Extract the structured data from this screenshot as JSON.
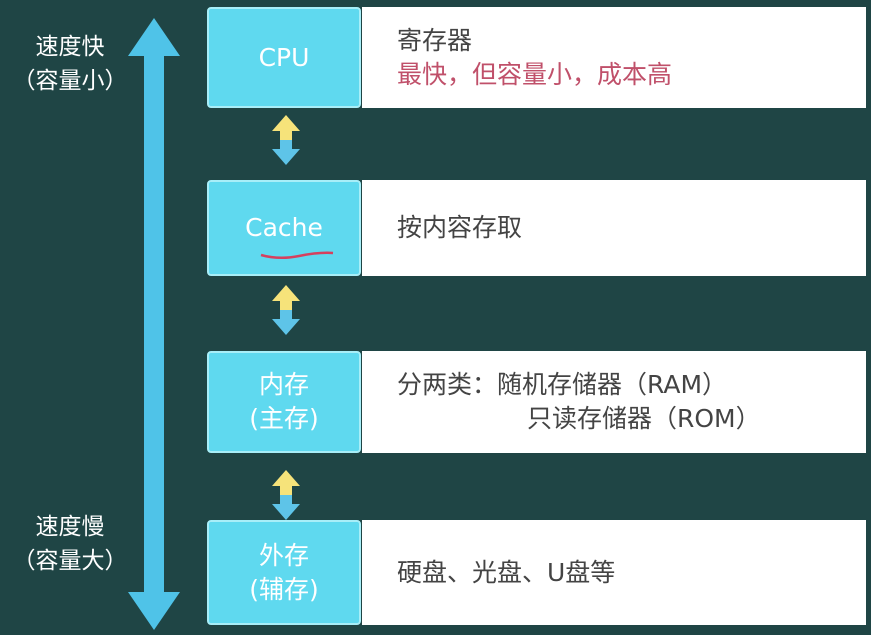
{
  "side_labels": {
    "top_line1": "速度快",
    "top_line2": "（容量小）",
    "bottom_line1": "速度慢",
    "bottom_line2": "（容量大）"
  },
  "levels": [
    {
      "name": "CPU",
      "desc": [
        "寄存器",
        "最快，但容量小，成本高"
      ]
    },
    {
      "name": "Cache",
      "desc": [
        "按内容存取"
      ]
    },
    {
      "name_line1": "内存",
      "name_line2": "(主存)",
      "desc": [
        "分两类：随机存储器（RAM）",
        "只读存储器（ROM）"
      ]
    },
    {
      "name_line1": "外存",
      "name_line2": "(辅存)",
      "desc": [
        "硬盘、光盘、U盘等"
      ]
    }
  ],
  "colors": {
    "background": "#1f4545",
    "level_box": "#5fd9ef",
    "description_box": "#ffffff",
    "big_arrow": "#4fc3e8",
    "small_arrow_top": "#f6e37a",
    "small_arrow_bottom": "#5ec4e8",
    "highlight_text": "#c0506a",
    "underline": "#d6405e"
  }
}
